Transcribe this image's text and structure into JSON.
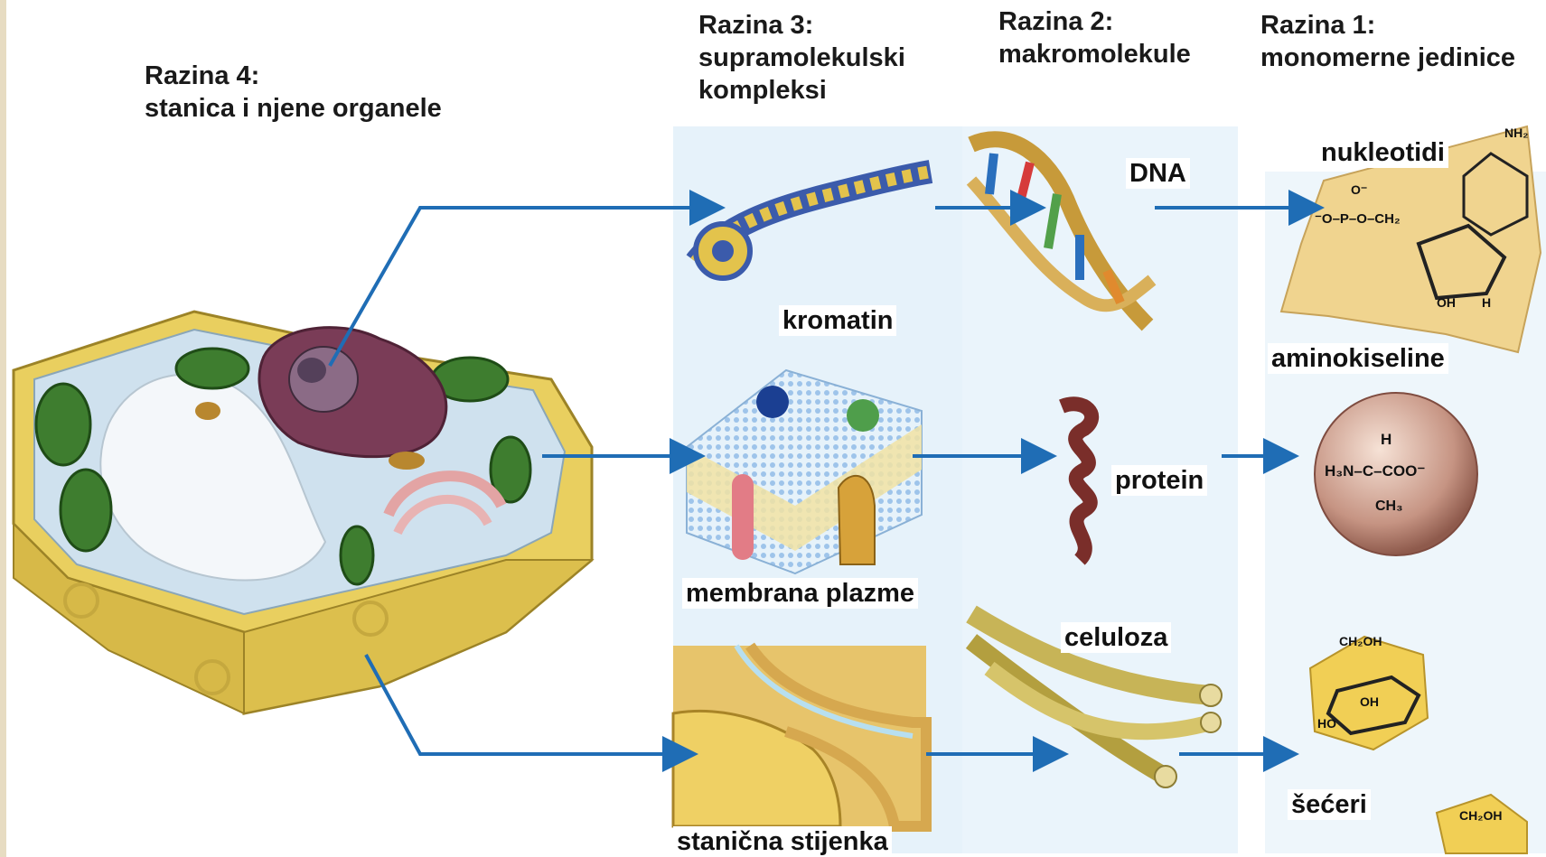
{
  "headings": {
    "level4": "Razina 4:\nstanica i njene organele",
    "level3": "Razina 3:\nsupramolekulski\nkompleksi",
    "level2": "Razina 2:\nmakromolekule",
    "level1": "Razina 1:\nmonomerne jedinice"
  },
  "labels": {
    "chromatin": "kromatin",
    "membrane": "membrana plazme",
    "cell_wall": "stanična stijenka",
    "dna": "DNA",
    "protein": "protein",
    "cellulose": "celuloza",
    "nucleotides": "nukleotidi",
    "amino_acids": "aminokiseline",
    "sugars": "šećeri"
  },
  "formulas": {
    "nh2": "NH₂",
    "phosphate": "⁻O–P–O–CH₂",
    "o_minus": "O⁻",
    "oh": "OH",
    "h": "H",
    "amino_h": "H",
    "amino_main": "H₃N–C–COO⁻",
    "amino_ch3": "CH₃",
    "ch2oh": "CH₂OH",
    "ho": "HO"
  },
  "colors": {
    "arrow": "#1f6db5",
    "panel_blue": "#e6f2fa",
    "cell_wall": "#e3c85a",
    "chloroplast": "#3e7d2f",
    "vacuole": "#f4f7fa",
    "nucleus": "#7a3c57"
  }
}
